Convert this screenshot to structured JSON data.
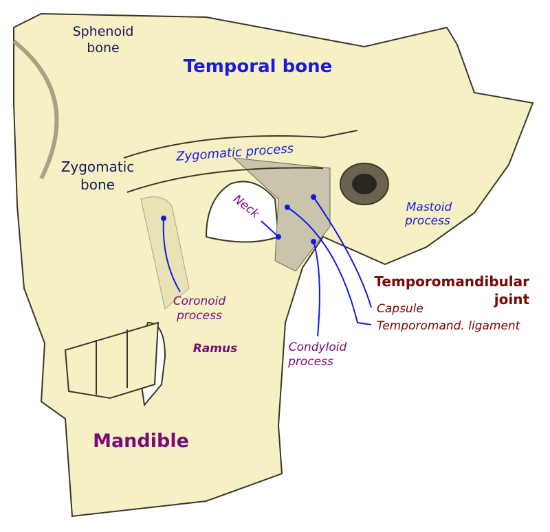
{
  "colors": {
    "bone": "#f6f1c4",
    "outline": "#3a3526",
    "shade": "#a8a184",
    "navy": "#14145a",
    "blue": "#1a1adc",
    "purple": "#7a0a78",
    "darkred": "#7a0606",
    "leader": "#1515e6"
  },
  "labels": {
    "sphenoid": [
      "Sphenoid",
      "bone"
    ],
    "temporal": "Temporal bone",
    "zygomatic_process": "Zygomatic process",
    "zygomatic_bone": [
      "Zygomatic",
      "bone"
    ],
    "neck": "Neck",
    "mastoid": [
      "Mastoid",
      "process"
    ],
    "tmj": [
      "Temporomandibular",
      "joint"
    ],
    "capsule": "Capsule",
    "ligament": "Temporomand. ligament",
    "coronoid": [
      "Coronoid",
      "process"
    ],
    "ramus": "Ramus",
    "condyloid": [
      "Condyloid",
      "process"
    ],
    "mandible": "Mandible"
  }
}
